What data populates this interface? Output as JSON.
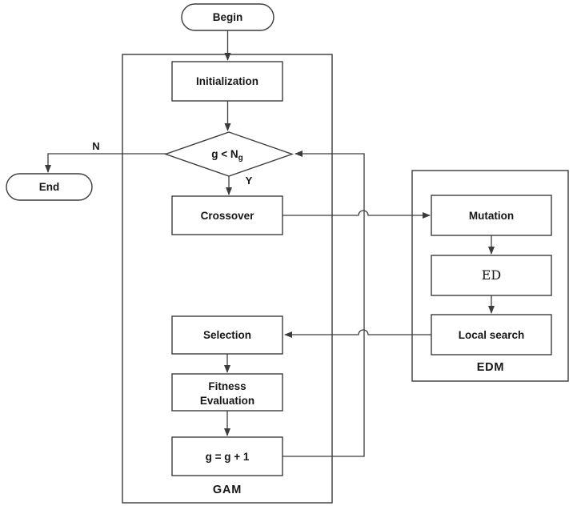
{
  "title": "GAM-EDM algorithm flowchart",
  "diagram": {
    "nodes": {
      "begin": "Begin",
      "initialization": "Initialization",
      "decision_main": "g < N",
      "decision_sub": "g",
      "end": "End",
      "crossover": "Crossover",
      "mutation": "Mutation",
      "ed": "ED",
      "local_search": "Local search",
      "selection": "Selection",
      "fitness_line1": "Fitness",
      "fitness_line2": "Evaluation",
      "g_increment": "g = g + 1"
    },
    "edge_labels": {
      "no": "N",
      "yes": "Y"
    },
    "containers": {
      "gam": "GAM",
      "edm": "EDM"
    },
    "colors": {
      "line": "#3c3c3c",
      "text": "#161616",
      "node_fill": "#ffffff",
      "background": "#ffffff"
    }
  }
}
